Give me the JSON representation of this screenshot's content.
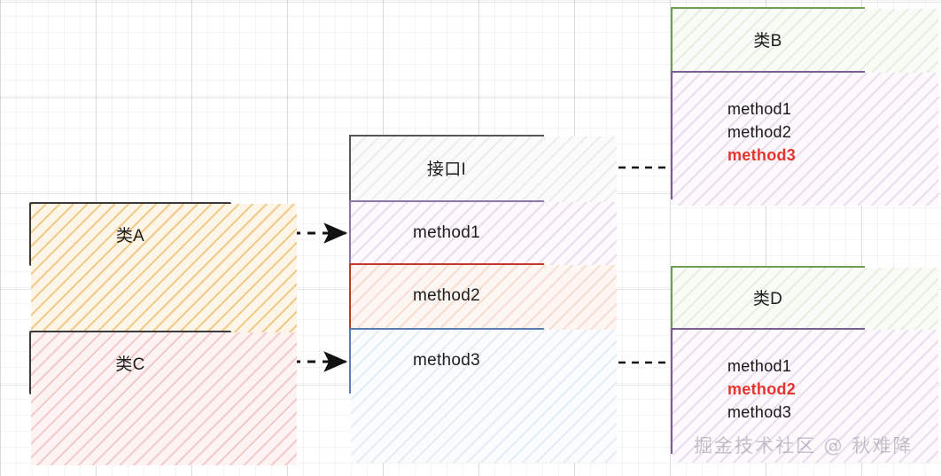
{
  "diagram": {
    "type": "uml-class-diagram",
    "background": "graph-paper-grid",
    "watermark": "掘金技术社区 @ 秋难降",
    "colors": {
      "highlight_red": "#e8342b",
      "green_border": "#6f9e55",
      "purple_border": "#7a5f94",
      "red_border": "#c0392b",
      "blue_border": "#5b7fae",
      "dark_border": "#3b3b3b",
      "interface_border": "#555759"
    }
  },
  "left_classes": [
    {
      "label": "类A",
      "fill": "orange-hatch"
    },
    {
      "label": "类C",
      "fill": "pink-hatch"
    }
  ],
  "interface": {
    "title": "接口I",
    "sections": [
      {
        "label": "method1",
        "accent": "purple"
      },
      {
        "label": "method2",
        "accent": "red"
      },
      {
        "label": "method3",
        "accent": "blue"
      }
    ]
  },
  "impl_classes": [
    {
      "title": "类B",
      "methods": [
        {
          "label": "method1",
          "highlight": false
        },
        {
          "label": "method2",
          "highlight": false
        },
        {
          "label": "method3",
          "highlight": true
        }
      ]
    },
    {
      "title": "类D",
      "methods": [
        {
          "label": "method1",
          "highlight": false
        },
        {
          "label": "method2",
          "highlight": true
        },
        {
          "label": "method3",
          "highlight": false
        }
      ]
    }
  ],
  "connectors": [
    {
      "kind": "dependency",
      "from": "类A",
      "to": "method1",
      "style": "dashed-solid-arrow"
    },
    {
      "kind": "dependency",
      "from": "类C",
      "to": "method3",
      "style": "dashed-solid-arrow"
    },
    {
      "kind": "realization",
      "from": "类B",
      "to": "接口I",
      "style": "dashed-hollow-triangle"
    },
    {
      "kind": "realization",
      "from": "类D",
      "to": "method3",
      "style": "dashed-hollow-triangle"
    }
  ]
}
